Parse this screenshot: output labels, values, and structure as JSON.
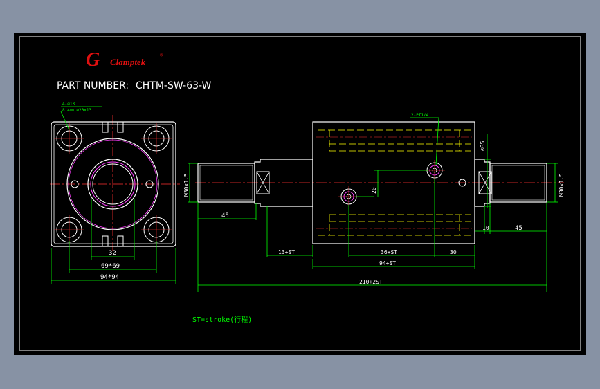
{
  "logo": {
    "mark": "G",
    "brand": "Clamptek",
    "registered": "®"
  },
  "part_number": {
    "label": "PART NUMBER:",
    "value": "CHTM-SW-63-W"
  },
  "notes": {
    "stroke_note": "ST=stroke(行程)"
  },
  "left_view": {
    "callout_line1": "4-⌀13",
    "callout_line2": "8.4㎜ ⌀20x13",
    "dim_32": "32",
    "dim_69": "69*69",
    "dim_94": "94*94"
  },
  "right_view": {
    "port_label": "2-PT1/4",
    "dim_phi35": "⌀35",
    "thread_left": "M30x1.5",
    "thread_right": "M30x1.5",
    "dim_20": "20",
    "dim_45_left": "45",
    "dim_45_right": "45",
    "dim_10": "10",
    "dim_13st": "13+ST",
    "dim_36st": "36+ST",
    "dim_30": "30",
    "dim_94st": "94+ST",
    "dim_210": "210+2ST"
  },
  "colors": {
    "outline": "#ffffff",
    "dimension": "#00ff00",
    "centerline": "#ff3030",
    "hidden": "#ffff00",
    "highlight": "#ff40ff",
    "logo_red": "#e01010",
    "border": "#ffffff"
  }
}
